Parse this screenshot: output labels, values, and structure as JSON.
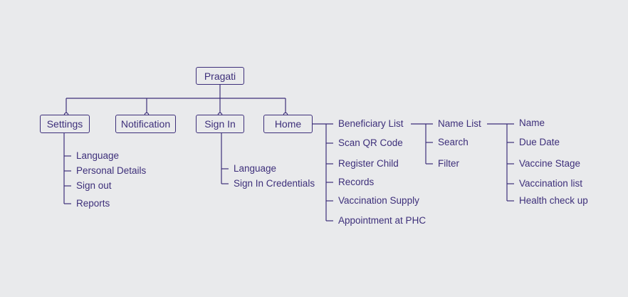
{
  "root": "Pragati",
  "top": {
    "settings": "Settings",
    "notification": "Notification",
    "signin": "Sign In",
    "home": "Home"
  },
  "settings_items": [
    "Language",
    "Personal Details",
    "Sign out",
    "Reports"
  ],
  "signin_items": [
    "Language",
    "Sign In Credentials"
  ],
  "home_items": [
    "Beneficiary List",
    "Scan QR Code",
    "Register Child",
    "Records",
    "Vaccination Supply",
    "Appointment at PHC"
  ],
  "beneficiary_items": [
    "Name List",
    "Search",
    "Filter"
  ],
  "namelist_items": [
    "Name",
    "Due Date",
    "Vaccine Stage",
    "Vaccination list",
    "Health check up"
  ]
}
